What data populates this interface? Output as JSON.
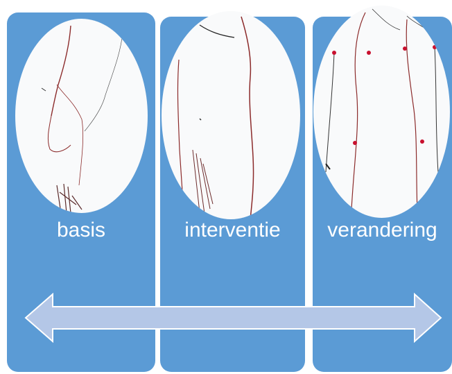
{
  "diagram": {
    "stages": [
      {
        "label": "basis"
      },
      {
        "label": "interventie"
      },
      {
        "label": "verandering"
      }
    ],
    "arrow": {
      "type": "double-headed",
      "fill": "#b4c7e7",
      "stroke": "#ffffff"
    },
    "colors": {
      "panel": "#5b9bd5",
      "oval": "#f9fafb",
      "sketch_line": "#8b2a2a",
      "sketch_dot": "#c8102e"
    }
  }
}
